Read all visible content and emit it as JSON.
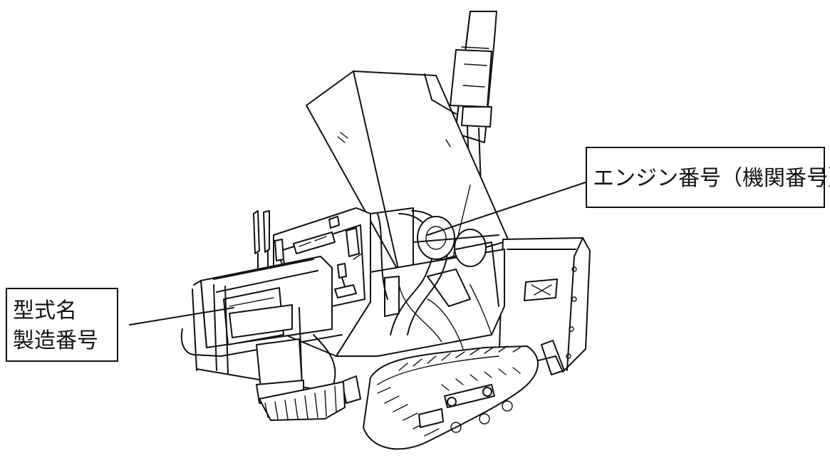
{
  "diagram": {
    "labels": {
      "engine_number": "エンジン番号（機関番号）",
      "model_name": "型式名",
      "serial_number": "製造番号"
    },
    "colors": {
      "line": "#111111",
      "background": "#ffffff"
    }
  }
}
